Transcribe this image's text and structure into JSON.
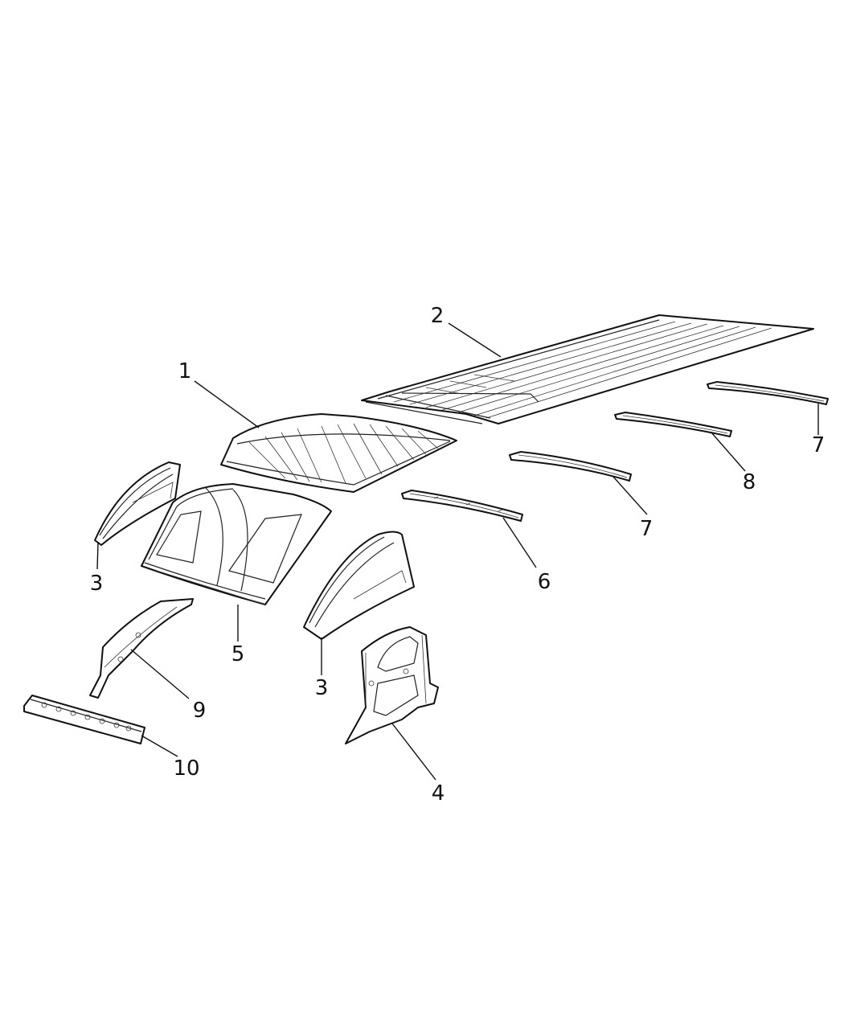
{
  "callouts": [
    {
      "id": "c1",
      "label": "1",
      "part": "front roof panel"
    },
    {
      "id": "c2",
      "label": "2",
      "part": "rear roof panel"
    },
    {
      "id": "c3a",
      "label": "3",
      "part": "roof side rail left"
    },
    {
      "id": "c3b",
      "label": "3",
      "part": "roof side rail right"
    },
    {
      "id": "c4",
      "label": "4",
      "part": "inner side panel"
    },
    {
      "id": "c5",
      "label": "5",
      "part": "roof panel"
    },
    {
      "id": "c6",
      "label": "6",
      "part": "roof bow"
    },
    {
      "id": "c7a",
      "label": "7",
      "part": "roof bow"
    },
    {
      "id": "c7b",
      "label": "7",
      "part": "roof bow"
    },
    {
      "id": "c8",
      "label": "8",
      "part": "roof bow"
    },
    {
      "id": "c9",
      "label": "9",
      "part": "header reinforcement"
    },
    {
      "id": "c10",
      "label": "10",
      "part": "front header"
    }
  ]
}
